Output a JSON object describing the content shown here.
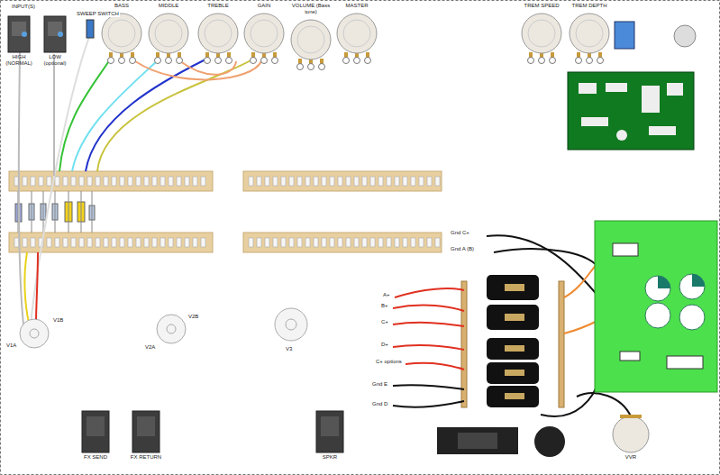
{
  "diagram": {
    "nodes": [
      {
        "text": [
          "HIGH (NORMAL)"
        ]
      },
      {
        "text": [
          "LOW (optional)"
        ]
      },
      {
        "text": [
          "BASS"
        ]
      },
      {
        "text": [
          "MIDDLE"
        ]
      },
      {
        "text": [
          "TREBLE"
        ]
      },
      {
        "text": [
          "GAIN"
        ]
      },
      {
        "text": [
          "VOLUME (Bass tone)"
        ]
      },
      {
        "text": [
          "MASTER"
        ]
      },
      {
        "text": [
          "TREM SPEED"
        ]
      },
      {
        "text": [
          "TREM DEPTH"
        ]
      },
      {
        "text": [
          "FX SEND"
        ]
      },
      {
        "text": [
          "FX RETURN"
        ]
      },
      {
        "text": [
          "SPKR"
        ]
      },
      {
        "text": [
          "VVR"
        ]
      }
    ],
    "labels": [
      "INPUT(S)",
      "SWEEP SWITCH",
      "V1B",
      "V1A",
      "V2B",
      "V2A",
      "V3",
      "A+",
      "B+",
      "C+",
      "D+",
      "C+ options",
      "Gnd E",
      "Gnd D",
      "Gnd C+",
      "Gnd A (B)"
    ]
  }
}
